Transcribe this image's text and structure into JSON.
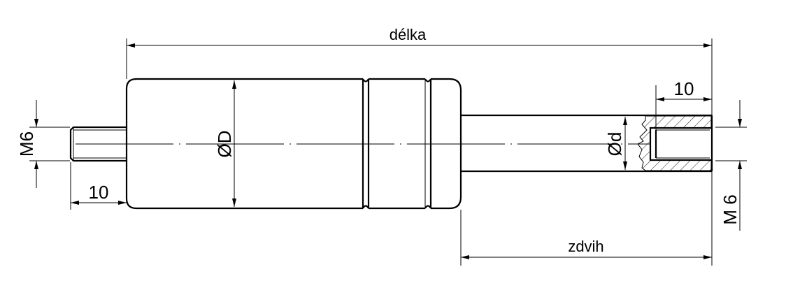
{
  "drawing": {
    "length_label": "délka",
    "stroke_label": "zdvih",
    "body_diameter_label": "ØD",
    "rod_diameter_label": "Ød",
    "left_thread_label": "M6",
    "left_thread_length_label": "10",
    "right_thread_label": "M 6",
    "right_thread_depth_label": "10"
  },
  "colors": {
    "line": "#000000",
    "background": "#ffffff"
  }
}
